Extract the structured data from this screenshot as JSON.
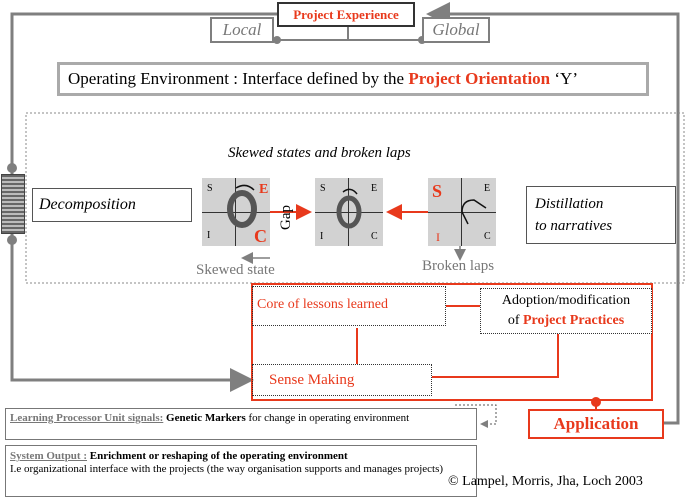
{
  "header": {
    "project_experience": "Project Experience",
    "local": "Local",
    "global": "Global"
  },
  "environment": {
    "prefix": "Operating Environment : Interface defined by the ",
    "highlight": "Project Orientation",
    "suffix": " ‘Y’"
  },
  "process": {
    "title": "Skewed states and broken laps",
    "decomposition": "Decomposition",
    "distillation_line1": "Distillation",
    "distillation_line2": "to narratives",
    "gap": "Gap",
    "skewed_state": "Skewed state",
    "broken_laps": "Broken laps",
    "quadrant_letters": {
      "s": "S",
      "e": "E",
      "i": "I",
      "c": "C"
    }
  },
  "lessons": {
    "core": "Core of  lessons learned",
    "adoption_line1": "Adoption/modification",
    "adoption_prefix": "of ",
    "adoption_highlight": "Project Practices",
    "sense_making": "Sense  Making",
    "application": "Application"
  },
  "signals": {
    "label": "Learning Processor Unit signals:",
    "bold": " Genetic Markers",
    "rest": " for  change in operating environment"
  },
  "output": {
    "label": "System Output :",
    "bold": " Enrichment or reshaping of the operating environment",
    "rest": "I.e organizational interface with the projects (the way organisation supports and manages projects)"
  },
  "credit": "© Lampel, Morris, Jha, Loch  2003",
  "colors": {
    "accent": "#e8391c",
    "frame": "#7f7f7f",
    "quadrant": "#d2d2d2"
  }
}
